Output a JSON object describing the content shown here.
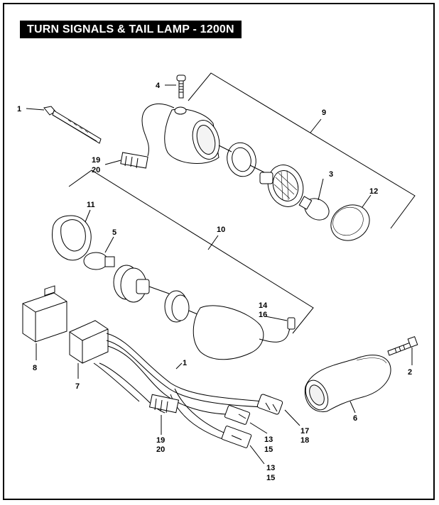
{
  "title": "TURN SIGNALS & TAIL LAMP - 1200N",
  "callouts": {
    "c1a": "1",
    "c1b": "1",
    "c2": "2",
    "c3": "3",
    "c4": "4",
    "c5": "5",
    "c6": "6",
    "c7": "7",
    "c8": "8",
    "c9": "9",
    "c10": "10",
    "c11": "11",
    "c12": "12",
    "c13a": "13",
    "c15a": "15",
    "c13b": "13",
    "c15b": "15",
    "c14": "14",
    "c16": "16",
    "c17": "17",
    "c18": "18",
    "c19a": "19",
    "c20a": "20",
    "c19b": "19",
    "c20b": "20"
  }
}
